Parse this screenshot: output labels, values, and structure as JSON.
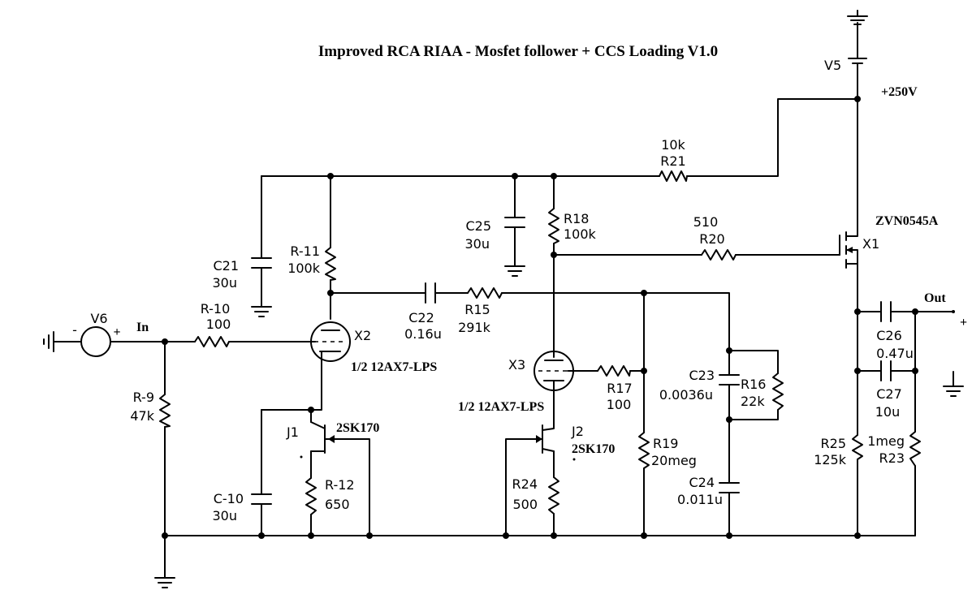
{
  "title": "Improved RCA RIAA - Mosfet follower + CCS Loading V1.0",
  "supply": {
    "name": "V5",
    "voltage": "+250V"
  },
  "source": {
    "name": "V6",
    "minus": "-",
    "plus": "+"
  },
  "nodes": {
    "input": "In",
    "output": "Out",
    "out_plus": "+"
  },
  "components": {
    "R9": {
      "name": "R-9",
      "value": "47k"
    },
    "R10": {
      "name": "R-10",
      "value": "100"
    },
    "R11": {
      "name": "R-11",
      "value": "100k"
    },
    "R12": {
      "name": "R-12",
      "value": "650"
    },
    "C10": {
      "name": "C-10",
      "value": "30u"
    },
    "C21": {
      "name": "C21",
      "value": "30u"
    },
    "C22": {
      "name": "C22",
      "value": "0.16u"
    },
    "R15": {
      "name": "R15",
      "value": "291k"
    },
    "C25": {
      "name": "C25",
      "value": "30u"
    },
    "R18": {
      "name": "R18",
      "value": "100k"
    },
    "R21": {
      "name": "R21",
      "value": "10k"
    },
    "R20": {
      "name": "R20",
      "value": "510"
    },
    "R17": {
      "name": "R17",
      "value": "100"
    },
    "R19": {
      "name": "R19",
      "value": "20meg"
    },
    "C23": {
      "name": "C23",
      "value": "0.0036u"
    },
    "R16": {
      "name": "R16",
      "value": "22k"
    },
    "C24": {
      "name": "C24",
      "value": "0.011u"
    },
    "R24": {
      "name": "R24",
      "value": "500"
    },
    "C26": {
      "name": "C26",
      "value": "0.47u"
    },
    "C27": {
      "name": "C27",
      "value": "10u"
    },
    "R25": {
      "name": "R25",
      "value": "125k"
    },
    "R23": {
      "name": "R23",
      "value": "1meg"
    },
    "X1": {
      "name": "X1",
      "part": "ZVN0545A"
    },
    "X2": {
      "name": "X2",
      "part": "1/2 12AX7-LPS"
    },
    "X3": {
      "name": "X3",
      "part": "1/2 12AX7-LPS"
    },
    "J1": {
      "name": "J1",
      "part": "2SK170"
    },
    "J2": {
      "name": "J2",
      "part": "2SK170"
    }
  }
}
